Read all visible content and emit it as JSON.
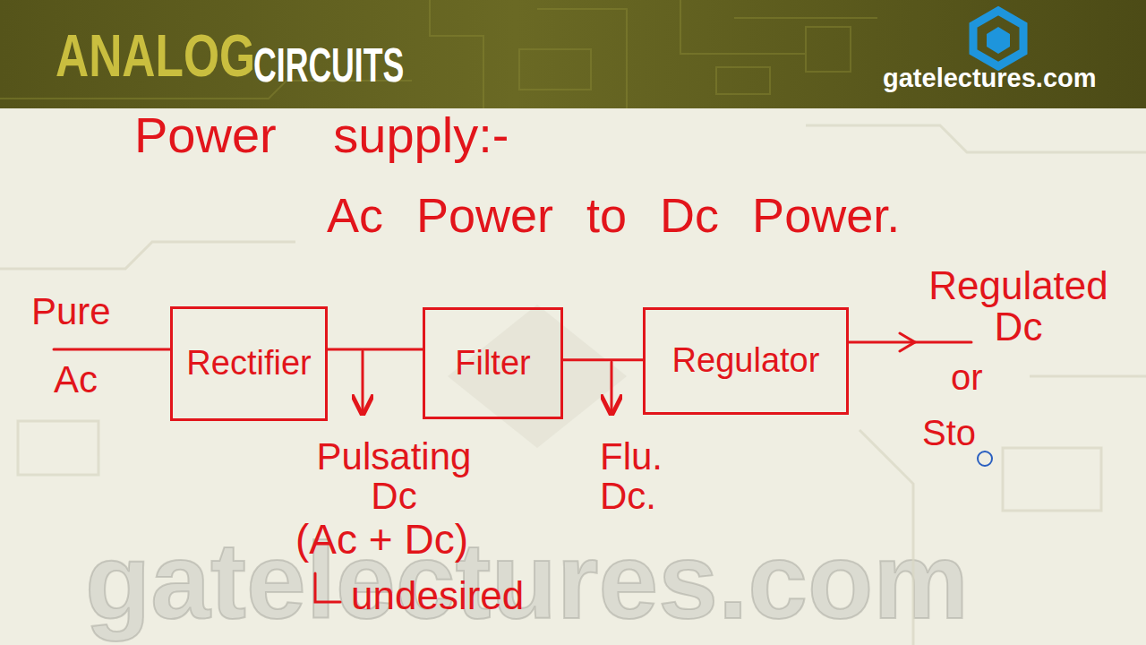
{
  "diagram": {
    "title": "Power supply:-",
    "nodes": [
      {
        "text": [
          "Rectifier"
        ]
      },
      {
        "text": [
          "Filter"
        ]
      },
      {
        "text": [
          "Regulator"
        ]
      }
    ],
    "edges": [
      {
        "from": 0,
        "to": 1,
        "arrow": "none"
      },
      {
        "from": 1,
        "to": 2,
        "arrow": "none"
      }
    ],
    "labels": [
      "ANALOG",
      "CIRCUITS",
      "gatelectures.com",
      "Ac Power to Dc Power.",
      "Pure",
      "Ac",
      "Pulsating Dc",
      "(Ac + Dc)",
      "undesired",
      "Flu. Dc.",
      "Regulated Dc",
      "or",
      "Sto",
      "gatelectures.com"
    ]
  }
}
